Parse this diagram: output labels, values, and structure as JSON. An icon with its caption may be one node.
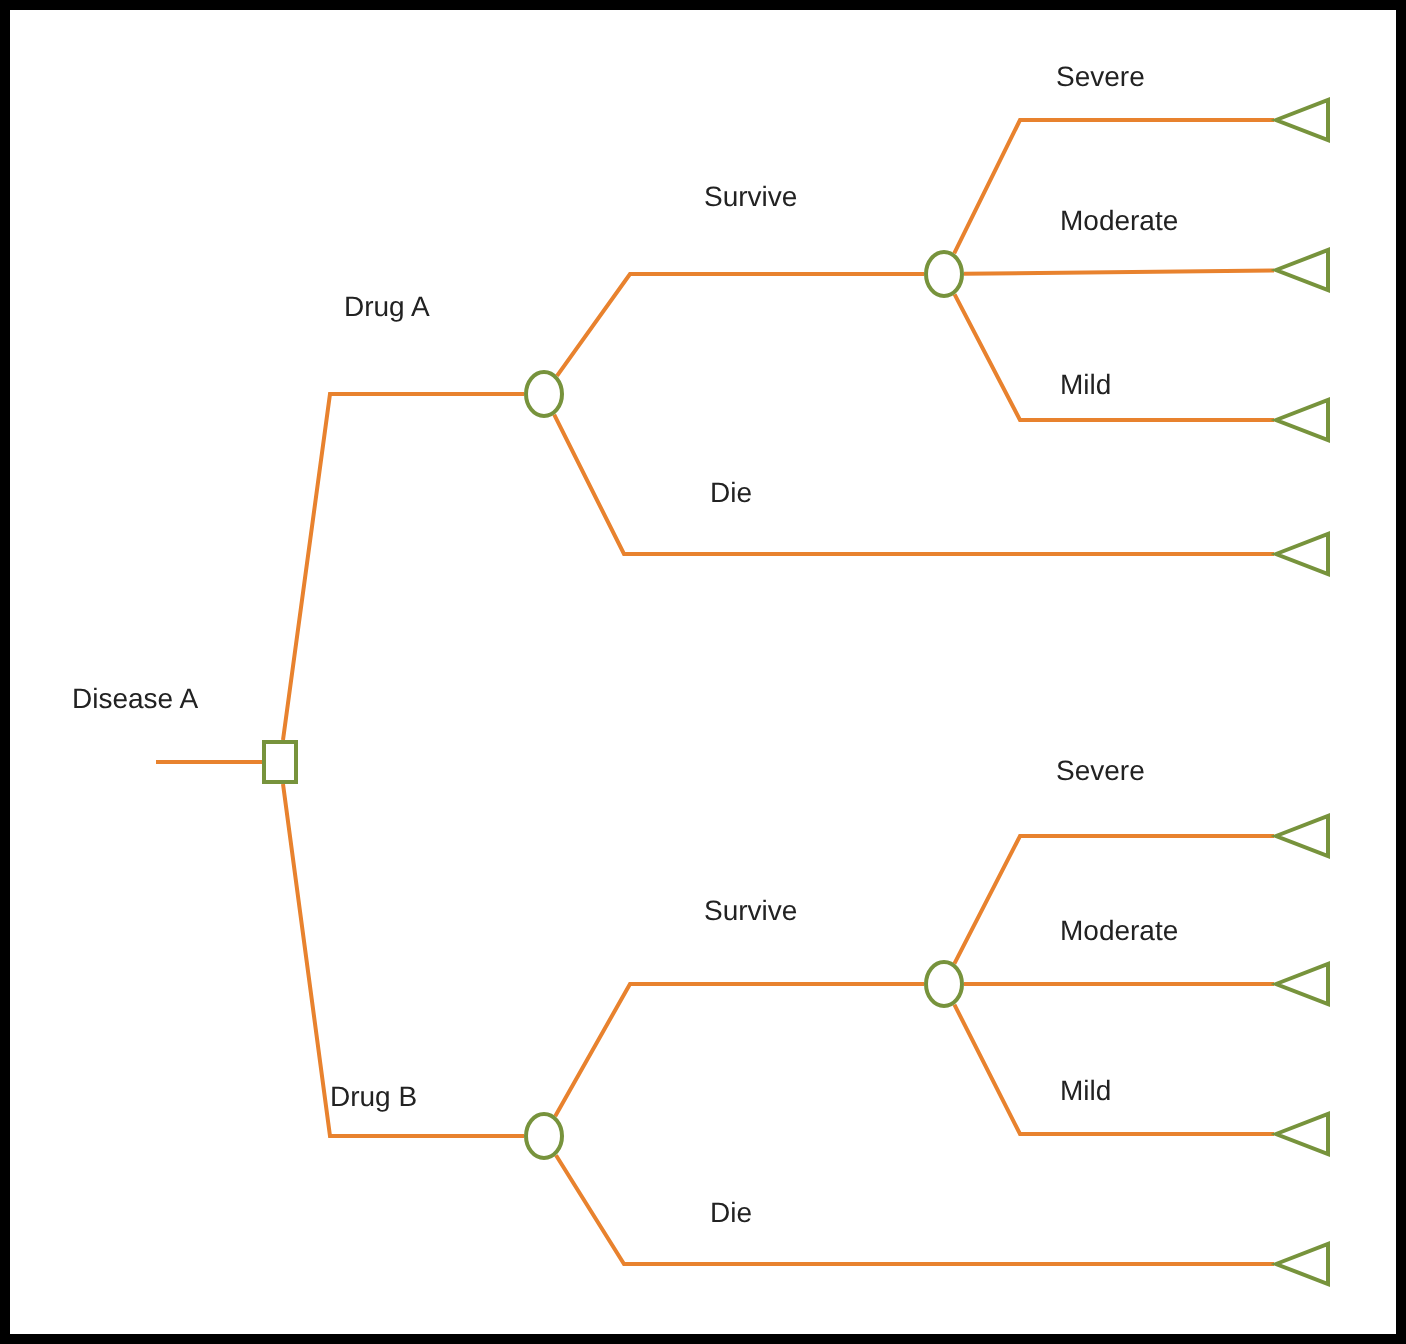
{
  "diagram": {
    "nodes": [
      {
        "text": [],
        "shape": "box"
      },
      {
        "text": [],
        "shape": "circle"
      },
      {
        "text": [],
        "shape": "circle"
      },
      {
        "text": [],
        "shape": "triangle"
      },
      {
        "text": [],
        "shape": "triangle"
      },
      {
        "text": [],
        "shape": "triangle"
      },
      {
        "text": [],
        "shape": "triangle"
      },
      {
        "text": [],
        "shape": "circle"
      },
      {
        "text": [],
        "shape": "circle"
      },
      {
        "text": [],
        "shape": "triangle"
      },
      {
        "text": [],
        "shape": "triangle"
      },
      {
        "text": [],
        "shape": "triangle"
      },
      {
        "text": [],
        "shape": "triangle"
      }
    ],
    "edges": [
      {
        "from": null,
        "to": 0,
        "arrow": "none",
        "label": "Disease A"
      },
      {
        "from": 0,
        "to": 1,
        "arrow": "none",
        "label": "Drug A"
      },
      {
        "from": 0,
        "to": 7,
        "arrow": "none",
        "label": "Drug B"
      },
      {
        "from": 1,
        "to": 2,
        "arrow": "none",
        "label": "Survive"
      },
      {
        "from": 1,
        "to": 6,
        "arrow": "none",
        "label": "Die"
      },
      {
        "from": 2,
        "to": 3,
        "arrow": "none",
        "label": "Severe"
      },
      {
        "from": 2,
        "to": 4,
        "arrow": "none",
        "label": "Moderate"
      },
      {
        "from": 2,
        "to": 5,
        "arrow": "none",
        "label": "Mild"
      },
      {
        "from": 7,
        "to": 8,
        "arrow": "none",
        "label": "Survive"
      },
      {
        "from": 7,
        "to": 12,
        "arrow": "none",
        "label": "Die"
      },
      {
        "from": 8,
        "to": 9,
        "arrow": "none",
        "label": "Severe"
      },
      {
        "from": 8,
        "to": 10,
        "arrow": "none",
        "label": "Moderate"
      },
      {
        "from": 8,
        "to": 11,
        "arrow": "none",
        "label": "Mild"
      }
    ]
  }
}
